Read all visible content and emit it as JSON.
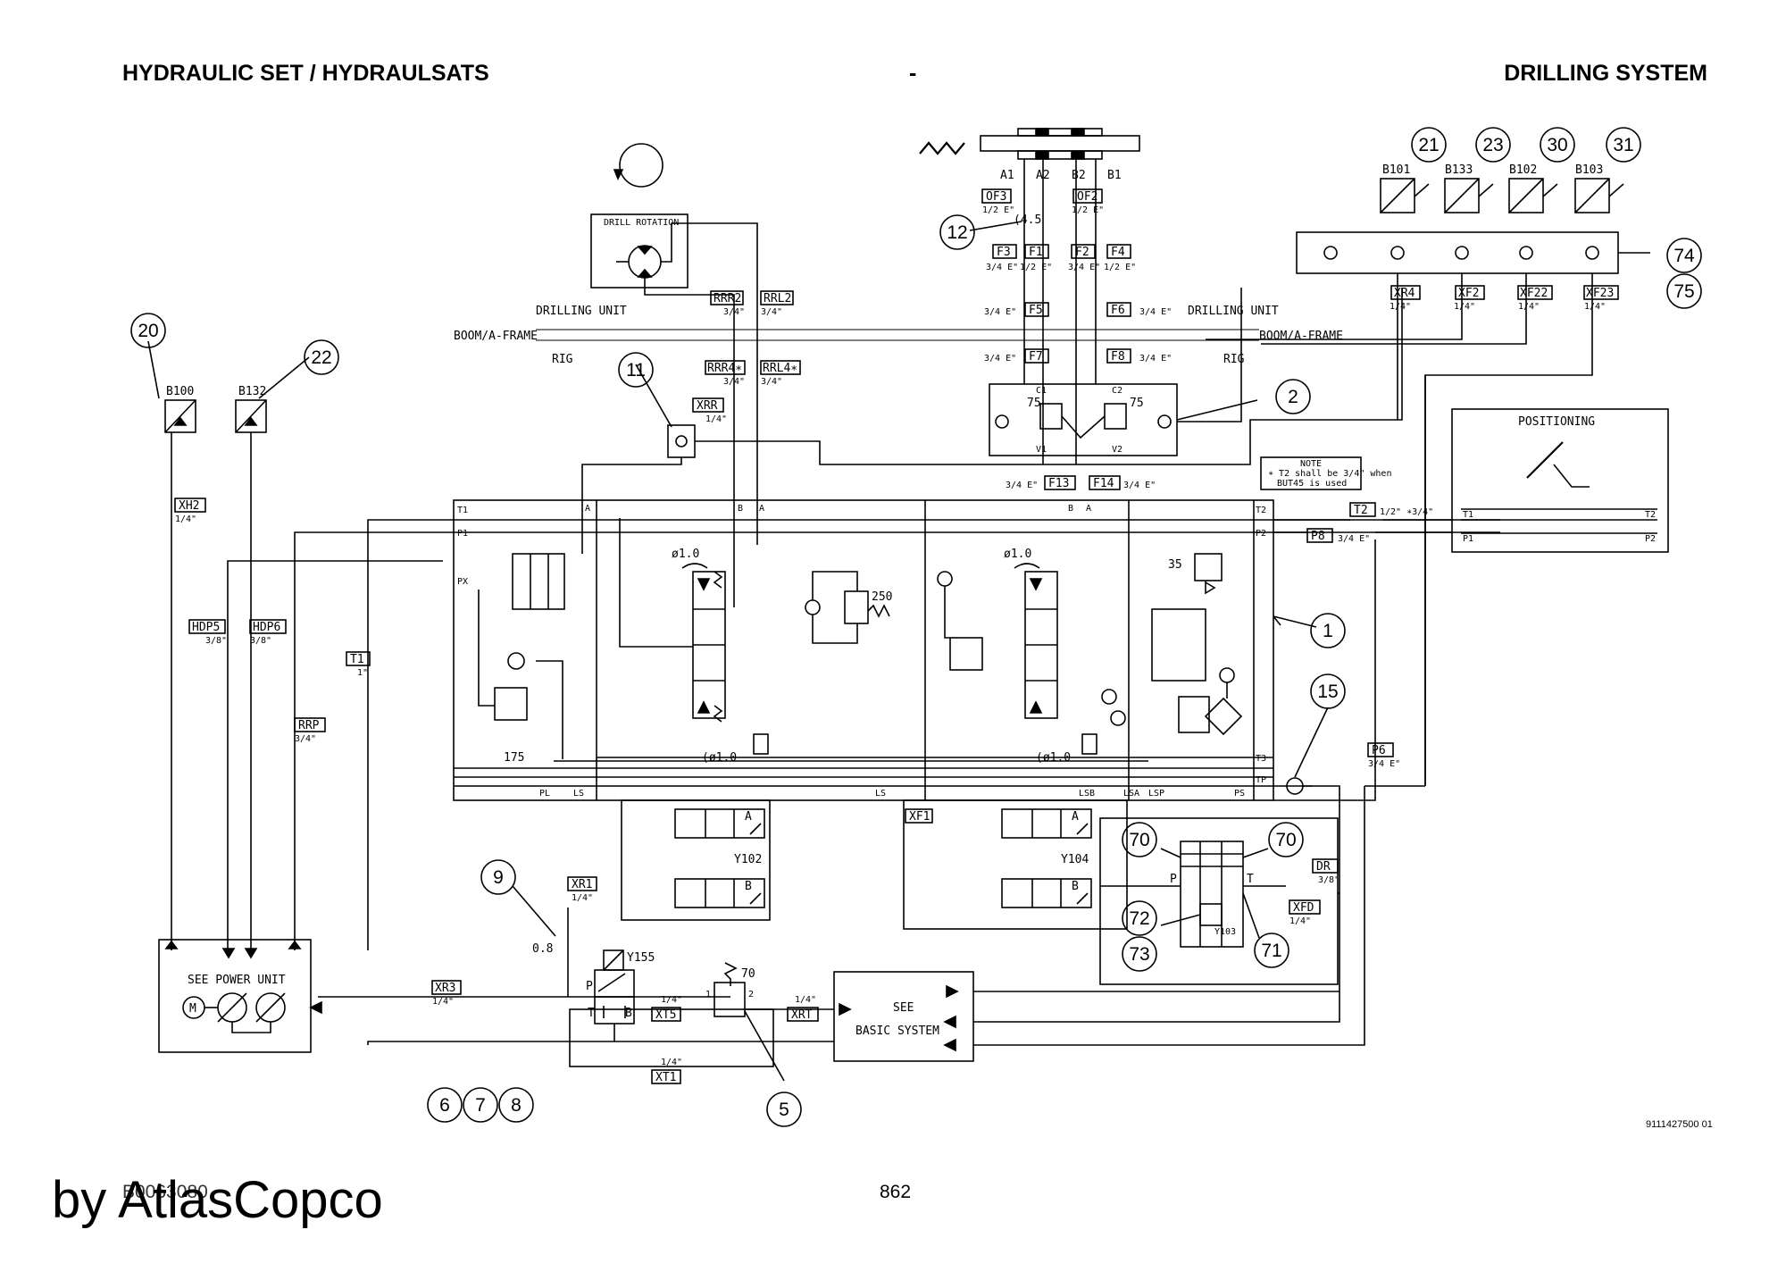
{
  "header": {
    "left": "HYDRAULIC SET / HYDRAULSATS",
    "middle": "-",
    "right": "DRILLING SYSTEM"
  },
  "footer": {
    "drawing_id": "9111427500 01",
    "drawing_no": "B0063080",
    "page": "862",
    "brand": "by AtlasCopco"
  },
  "boxes": {
    "drill_rotation": "DRILL ROTATION",
    "positioning": "POSITIONING",
    "power_unit": "SEE POWER UNIT",
    "basic_system_1": "SEE",
    "basic_system_2": "BASIC SYSTEM",
    "note_title": "NOTE",
    "note_1": "∗ T2 shall be 3/4\" when",
    "note_2": "BUT45 is used"
  },
  "zones": {
    "drilling_unit": "DRILLING UNIT",
    "boom": "BOOM/A-FRAME",
    "rig": "RIG"
  },
  "callouts": [
    "20",
    "22",
    "11",
    "12",
    "21",
    "23",
    "30",
    "31",
    "74",
    "75",
    "2",
    "1",
    "15",
    "9",
    "70",
    "70",
    "72",
    "73",
    "71",
    "5",
    "6",
    "7",
    "8"
  ],
  "sensors": [
    "B100",
    "B132",
    "B101",
    "B133",
    "B102",
    "B103"
  ],
  "valves": {
    "y102": "Y102",
    "y104": "Y104",
    "y155": "Y155",
    "y103": "Y103"
  },
  "settings": {
    "r250": "250",
    "r175": "175",
    "r35": "35",
    "r70": "70",
    "r75a": "75",
    "r75b": "75",
    "o1a": "ø1.0",
    "o1b": "ø1.0",
    "o1c": "(ø1.0",
    "o1d": "(ø1.0",
    "o45": "(4.5",
    "o08": "0.8"
  },
  "lines": {
    "xh2": "XH2",
    "xh2_s": "1/4\"",
    "hdp5": "HDP5",
    "hdp5_s": "3/8\"",
    "hdp6": "HDP6",
    "hdp6_s": "3/8\"",
    "t1": "T1",
    "t1_s": "1\"",
    "rrp": "RRP",
    "rrp_s": "3/4\"",
    "xrr": "XRR",
    "xrr_s": "1/4\"",
    "rrr2": "RRR2",
    "rrr2_s": "3/4\"",
    "rrl2": "RRL2",
    "rrl2_s": "3/4\"",
    "rrr4": "RRR4∗",
    "rrr4_s": "3/4\"",
    "rrl4": "RRL4∗",
    "rrl4_s": "3/4\"",
    "of3": "OF3",
    "of3_s": "1/2 E\"",
    "of2": "OF2",
    "of2_s": "1/2 E\"",
    "f3": "F3",
    "f3_s": "3/4 E\"",
    "f1": "F1",
    "f1_s": "1/2 E\"",
    "f2": "F2",
    "f2_s": "3/4 E\"",
    "f4": "F4",
    "f4_s": "1/2 E\"",
    "f5": "F5",
    "f5_s": "3/4 E\"",
    "f6": "F6",
    "f6_s": "3/4 E\"",
    "f7": "F7",
    "f7_s": "3/4 E\"",
    "f8": "F8",
    "f8_s": "3/4 E\"",
    "f13": "F13",
    "f13_s": "3/4 E\"",
    "f14": "F14",
    "f14_s": "3/4 E\"",
    "xr4": "XR4",
    "xr4_s": "1/4\"",
    "xf2": "XF2",
    "xf2_s": "1/4\"",
    "xf22": "XF22",
    "xf22_s": "1/4\"",
    "xf23": "XF23",
    "xf23_s": "1/4\"",
    "t2": "T2",
    "t2_s": "1/2\" ∗3/4\"",
    "p8": "P8",
    "p8_s": "3/4 E\"",
    "p6": "P6",
    "p6_s": "3/4 E\"",
    "xf1": "XF1",
    "dr": "DR",
    "dr_s": "3/8\"",
    "xfd": "XFD",
    "xfd_s": "1/4\"",
    "xr1": "XR1",
    "xr1_s": "1/4\"",
    "xr3": "XR3",
    "xr3_s": "1/4\"",
    "xt5": "XT5",
    "xt5_s": "1/4\"",
    "xrt": "XRT",
    "xrt_s": "1/4\"",
    "xt1": "XT1",
    "xt1_s": "1/4\""
  },
  "ports": {
    "a1": "A1",
    "a2": "A2",
    "b2": "B2",
    "b1": "B1",
    "c1": "C1",
    "c2": "C2",
    "v1": "V1",
    "v2": "V2",
    "t1": "T1",
    "p1": "P1",
    "px": "PX",
    "pa": "A",
    "pb": "B",
    "pb2": "B",
    "pa2": "A",
    "pt2": "T2",
    "pp2": "P2",
    "t3": "T3",
    "tp": "TP",
    "pl": "PL",
    "ls1": "LS",
    "ls2": "LS",
    "lsb": "LSB",
    "lsa": "LSA",
    "lsp": "LSP",
    "ps": "PS",
    "pos_t1": "T1",
    "pos_t2": "T2",
    "pos_p1": "P1",
    "pos_p2": "P2",
    "vp": "P",
    "vt": "T",
    "sp": "P",
    "st": "T",
    "sb": "B",
    "s1": "1",
    "s2": "2",
    "ya": "A",
    "yb": "B",
    "ya2": "A",
    "yb2": "B",
    "m": "M"
  }
}
